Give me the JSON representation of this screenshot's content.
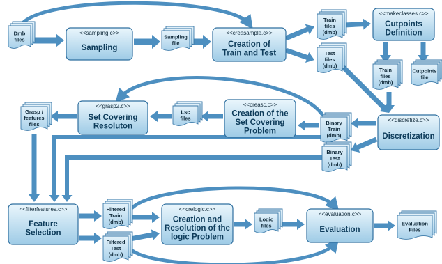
{
  "processes": {
    "sampling": {
      "tag": "<<sampling.c>>",
      "title": [
        "Sampling"
      ]
    },
    "creasample": {
      "tag": "<<creasample.c>>",
      "title": [
        "Creation of",
        "Train and Test"
      ]
    },
    "makeclasses": {
      "tag": "<<makeclasses.c>>",
      "title": [
        "Cutpoints",
        "Definition"
      ]
    },
    "grasp2": {
      "tag": "<<grasp2.c>>",
      "title": [
        "Set Covering",
        "Resoluton"
      ]
    },
    "creasc": {
      "tag": "<<creasc.c>>",
      "title": [
        "Creation of the",
        "Set Covering",
        "Problem"
      ]
    },
    "discretize": {
      "tag": "<<discretize.c>>",
      "title": [
        "Discretization"
      ]
    },
    "filterfeatures": {
      "tag": "<<filterfeatures.c>>",
      "title": [
        "Feature",
        "Selection"
      ]
    },
    "crelogic": {
      "tag": "<<crelogic.c>>",
      "title": [
        "Creation and",
        "Resolution of the",
        "logic Problem"
      ]
    },
    "evaluation": {
      "tag": "<<evaluation.c>>",
      "title": [
        "Evaluation"
      ]
    }
  },
  "documents": {
    "dmb_files": [
      "Dmb",
      "files"
    ],
    "sampling_file": [
      "Sampling",
      "file"
    ],
    "train_files_dmb": [
      "Train",
      "files",
      "(dmb)"
    ],
    "test_files_dmb": [
      "Test",
      "files",
      "(dmb)"
    ],
    "train_files_dmb_2": [
      "Train",
      "files",
      "(dmb)"
    ],
    "cutpoints_file": [
      "Cutpoints",
      "file"
    ],
    "grasp_features_files": [
      "Grasp /",
      "features",
      "files"
    ],
    "lsc_files": [
      "Lsc",
      "files"
    ],
    "binary_train_dmb": [
      "Binary",
      "Train",
      "(dmb)"
    ],
    "binary_test_dmb": [
      "Binary",
      "Test",
      "(dmb)"
    ],
    "filtered_train_dmb": [
      "Filtered",
      "Train",
      "(dmb)"
    ],
    "filtered_test_dmb": [
      "Filtered",
      "Test",
      "(dmb)"
    ],
    "logic_files": [
      "Logic",
      "files"
    ],
    "evaluation_files": [
      "Evaluation",
      "Files"
    ]
  },
  "colors": {
    "process_fill_top": "#e6f4fb",
    "process_fill_bottom": "#9fcbe6",
    "process_stroke": "#2f6f9f",
    "arrow": "#4d8fc0",
    "title_text": "#0d3b5a"
  }
}
